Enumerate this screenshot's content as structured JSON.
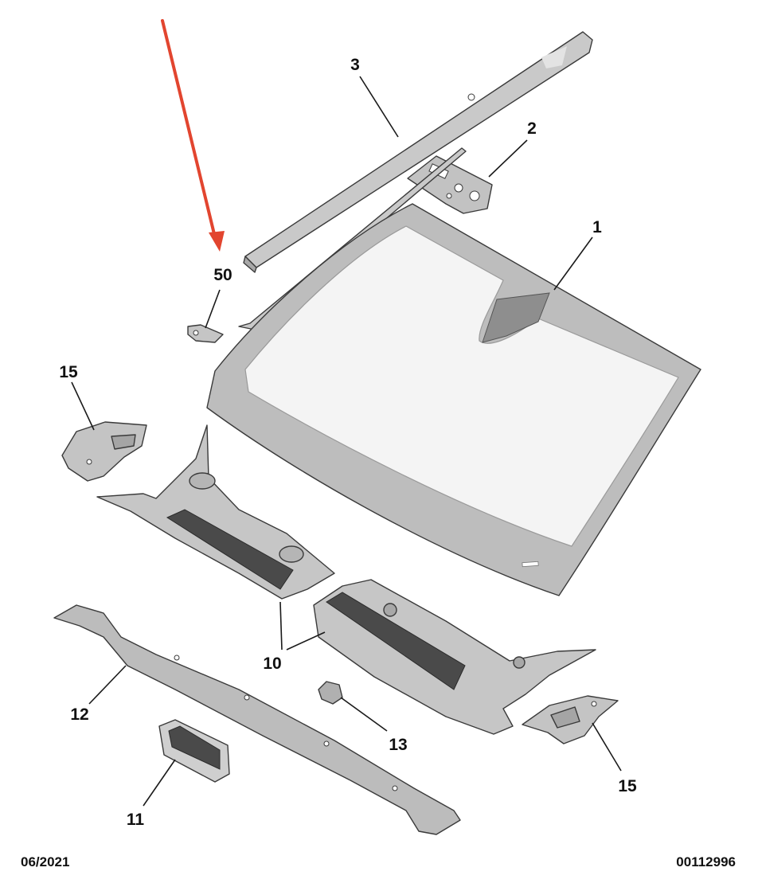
{
  "callouts": {
    "p1": "1",
    "p2": "2",
    "p3": "3",
    "p10": "10",
    "p11": "11",
    "p12": "12",
    "p13": "13",
    "p15_left": "15",
    "p15_right": "15",
    "p50": "50"
  },
  "footer": {
    "date": "06/2021",
    "reference": "00112996"
  },
  "colors": {
    "highlight_arrow": "#e2452f",
    "part_fill": "#c9c9c9",
    "part_shade": "#9f9f9f",
    "glass": "#f4f4f4"
  }
}
